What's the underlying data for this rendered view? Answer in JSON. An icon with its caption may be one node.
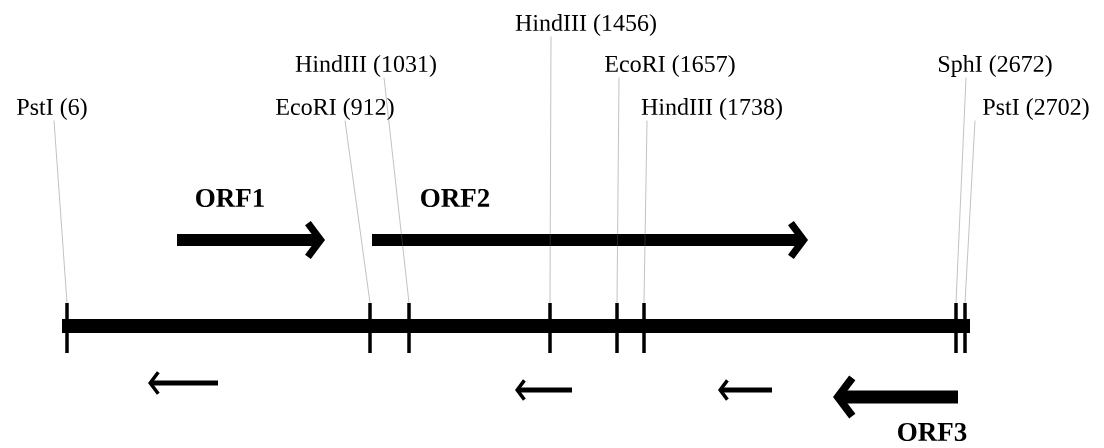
{
  "diagram": {
    "nodes": [
      {
        "text": [
          "PstI (6)"
        ]
      },
      {
        "text": [
          "EcoRI (912)"
        ]
      },
      {
        "text": [
          "HindIII (1031)"
        ]
      },
      {
        "text": [
          "HindIII (1456)"
        ]
      },
      {
        "text": [
          "EcoRI (1657)"
        ]
      },
      {
        "text": [
          "HindIII (1738)"
        ]
      },
      {
        "text": [
          "SphI (2672)"
        ]
      },
      {
        "text": [
          "PstI (2702)"
        ]
      },
      {
        "text": [],
        "shape": "bar"
      },
      {
        "text": [],
        "shape": "bar"
      },
      {
        "text": [],
        "shape": "bar"
      },
      {
        "text": [],
        "shape": "bar"
      },
      {
        "text": [],
        "shape": "bar"
      },
      {
        "text": [],
        "shape": "bar"
      },
      {
        "text": [],
        "shape": "bar"
      },
      {
        "text": [],
        "shape": "bar"
      },
      {
        "text": [],
        "shape": "bar"
      }
    ],
    "edges": [
      {
        "from": 0,
        "to": 8,
        "arrow": "none"
      },
      {
        "from": 1,
        "to": 9,
        "arrow": "none"
      },
      {
        "from": 2,
        "to": 10,
        "arrow": "none"
      },
      {
        "from": 3,
        "to": 11,
        "arrow": "none"
      },
      {
        "from": 4,
        "to": 12,
        "arrow": "none"
      },
      {
        "from": 5,
        "to": 13,
        "arrow": "none"
      },
      {
        "from": 6,
        "to": 14,
        "arrow": "none"
      },
      {
        "from": 7,
        "to": 15,
        "arrow": "none"
      }
    ],
    "labels": [
      "ORF1",
      "ORF2",
      "ORF3"
    ]
  }
}
